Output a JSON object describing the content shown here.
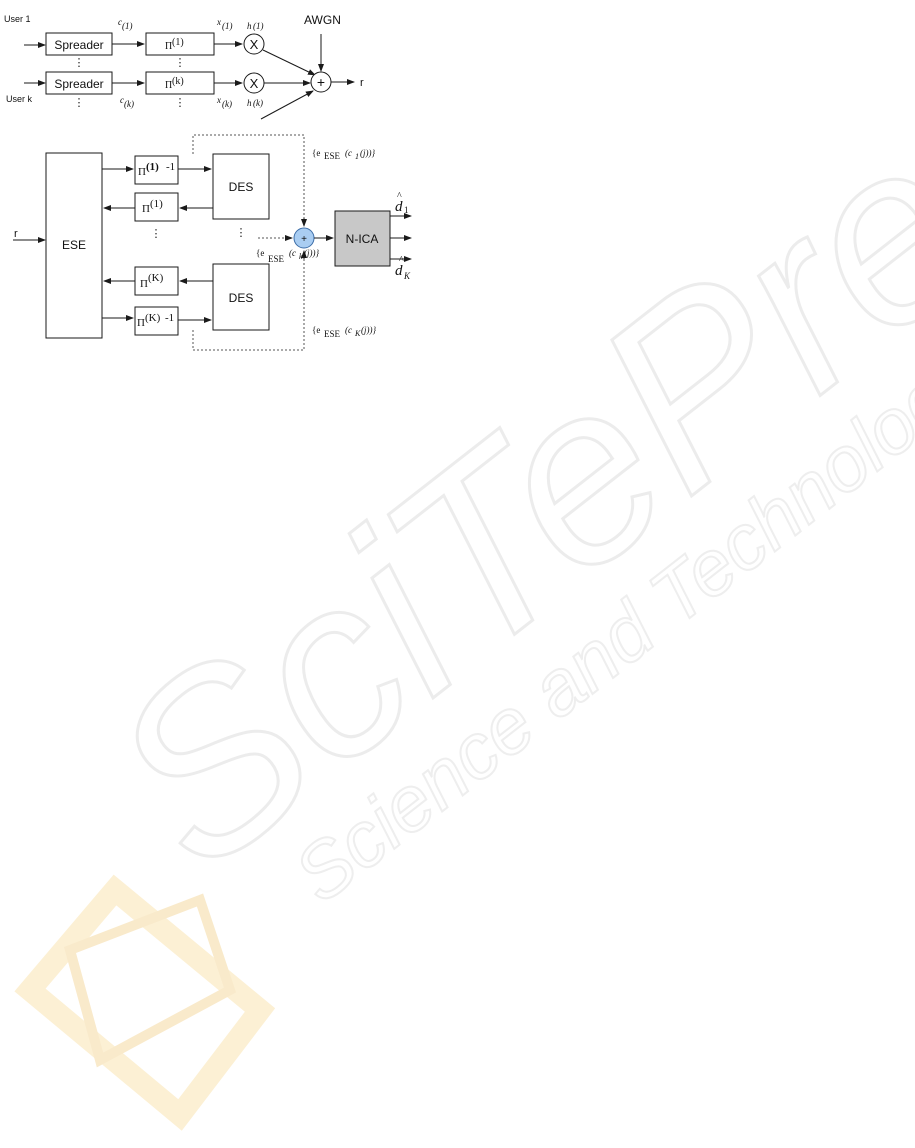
{
  "transmitter": {
    "user1": "User 1",
    "userk": "User k",
    "spreader": "Spreader",
    "pi": "Π",
    "sup1": "(1)",
    "supk": "(k)",
    "c_sym": "c",
    "x_sym": "x",
    "h_sym": "h",
    "sub1": "(1)",
    "subk": "(k)",
    "times": "X",
    "plus": "+",
    "awgn": "AWGN",
    "r": "r",
    "dots": "⋮"
  },
  "receiver": {
    "r": "r",
    "ese": "ESE",
    "des": "DES",
    "nica": "N-ICA",
    "pi": "Π",
    "sup1": "(1)",
    "supK": "(K)",
    "inv": "-1",
    "plus": "+",
    "dots": "⋮",
    "feedback": {
      "open": "{e",
      "ese": "ESE",
      "c": "(c",
      "sub1": "1",
      "subk": "k",
      "subK": "K",
      "tail": "(j))}"
    },
    "out_d": "d",
    "out_hat": "^",
    "out_sub1": "1",
    "out_subK": "K"
  },
  "watermark": {
    "brand": "SciTePress",
    "tagline": "Science and Technology Publications"
  },
  "colors": {
    "line": "#1a1a1a",
    "nica_fill": "#c8c8c8",
    "sum_fill": "#a9cdf2",
    "sum_stroke": "#3d6ea8",
    "watermark": "#f1f1f1",
    "watermark_logo": "#fbf0d6"
  }
}
